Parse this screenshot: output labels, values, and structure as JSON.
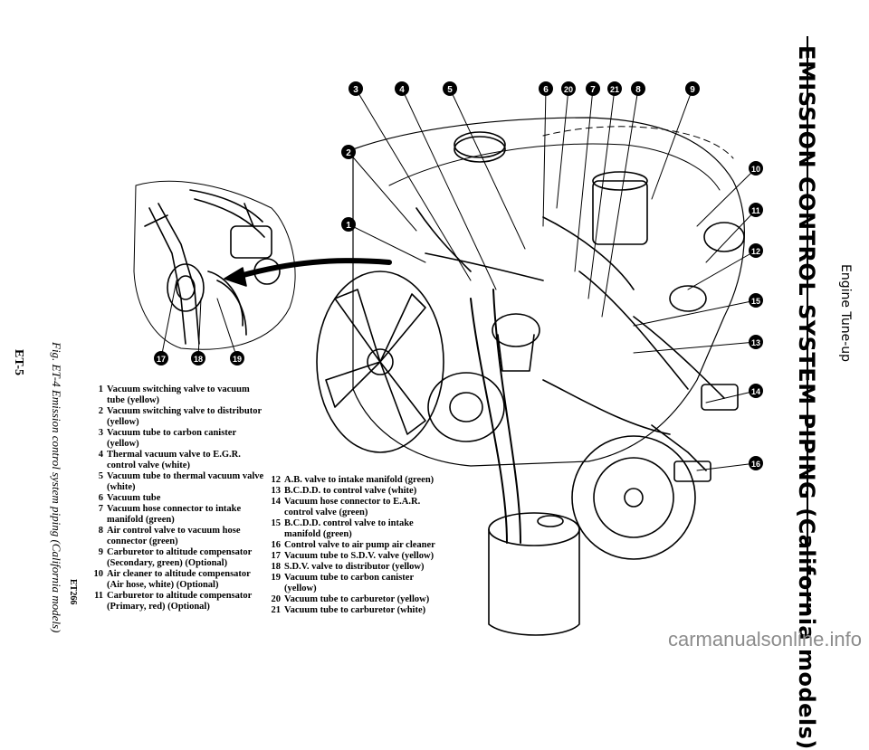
{
  "page": {
    "title": "EMISSION CONTROL SYSTEM PIPING (California models)",
    "section": "Engine Tune-up",
    "page_number": "ET-5",
    "figure_caption": "Fig. ET-4 Emission control system piping (California models)",
    "figure_code": "ET266",
    "watermark": "carmanualsonline.info"
  },
  "callouts": [
    "1",
    "2",
    "3",
    "4",
    "5",
    "6",
    "20",
    "7",
    "21",
    "8",
    "9",
    "10",
    "11",
    "12",
    "15",
    "13",
    "14",
    "16",
    "17",
    "18",
    "19"
  ],
  "legend_left": [
    {
      "num": "1",
      "text": "Vacuum switching valve to vacuum tube (yellow)"
    },
    {
      "num": "2",
      "text": "Vacuum switching valve to distributor (yellow)"
    },
    {
      "num": "3",
      "text": "Vacuum tube to carbon canister (yellow)"
    },
    {
      "num": "4",
      "text": "Thermal vacuum valve to E.G.R. control valve (white)"
    },
    {
      "num": "5",
      "text": "Vacuum tube to thermal vacuum valve (white)"
    },
    {
      "num": "6",
      "text": "Vacuum tube"
    },
    {
      "num": "7",
      "text": "Vacuum hose connector to intake manifold (green)"
    },
    {
      "num": "8",
      "text": "Air control valve to vacuum hose connector (green)"
    },
    {
      "num": "9",
      "text": "Carburetor to altitude compensator (Secondary, green) (Optional)"
    },
    {
      "num": "10",
      "text": "Air cleaner to altitude compensator (Air hose, white) (Optional)"
    },
    {
      "num": "11",
      "text": "Carburetor to altitude compensator (Primary, red) (Optional)"
    }
  ],
  "legend_right": [
    {
      "num": "12",
      "text": "A.B. valve to intake manifold (green)"
    },
    {
      "num": "13",
      "text": "B.C.D.D. to control valve (white)"
    },
    {
      "num": "14",
      "text": "Vacuum hose connector to E.A.R. control valve (green)"
    },
    {
      "num": "15",
      "text": "B.C.D.D. control valve to intake manifold (green)"
    },
    {
      "num": "16",
      "text": "Control valve to air pump air cleaner"
    },
    {
      "num": "17",
      "text": "Vacuum tube to S.D.V. valve (yellow)"
    },
    {
      "num": "18",
      "text": "S.D.V. valve to distributor (yellow)"
    },
    {
      "num": "19",
      "text": "Vacuum tube to carbon canister (yellow)"
    },
    {
      "num": "20",
      "text": "Vacuum tube to carburetor (yellow)"
    },
    {
      "num": "21",
      "text": "Vacuum tube to carburetor (white)"
    }
  ]
}
